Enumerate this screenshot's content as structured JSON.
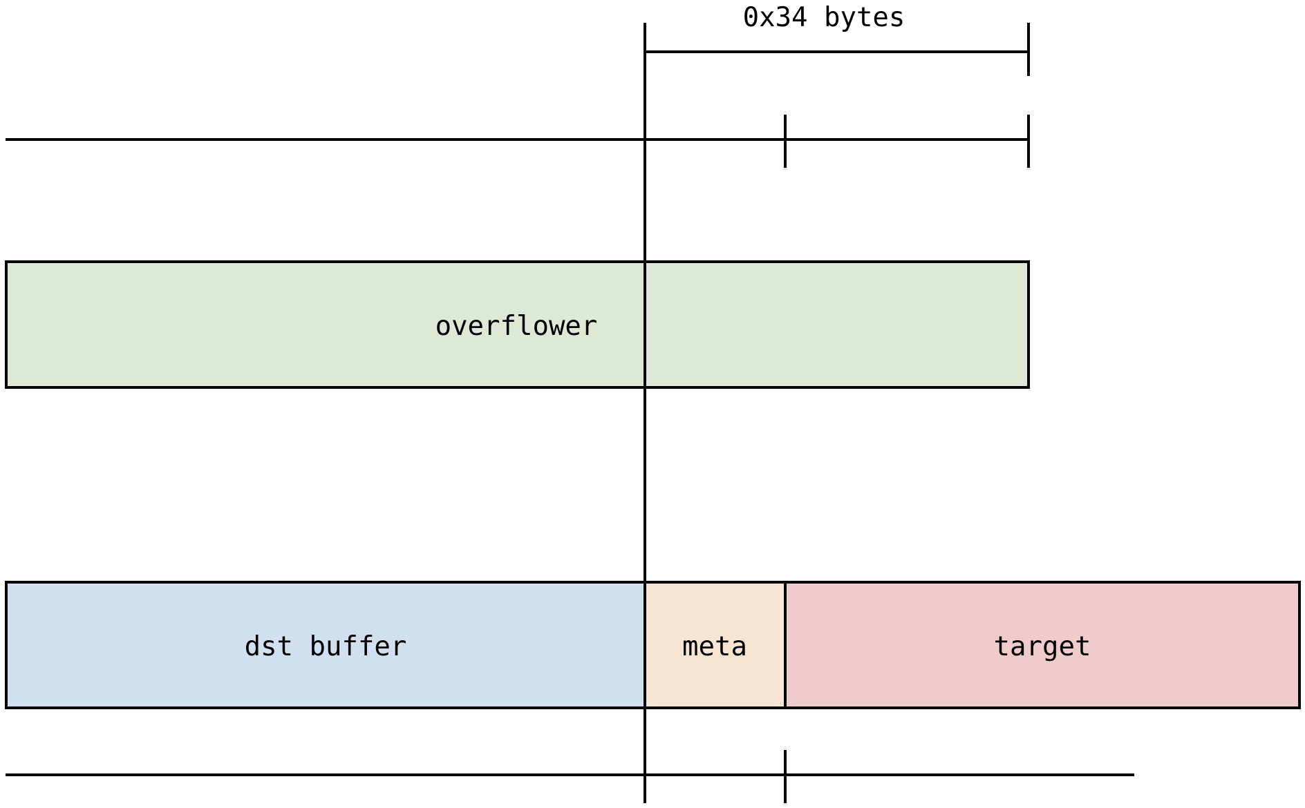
{
  "diagram": {
    "measure_label": "0x34 bytes",
    "blocks": {
      "overflower": {
        "label": "overflower",
        "color": "#dde8d5"
      },
      "dst_buffer": {
        "label": "dst buffer",
        "color": "#d1e0f0"
      },
      "meta": {
        "label": "meta",
        "color": "#f8e5d1"
      },
      "target": {
        "label": "target",
        "color": "#efcccb"
      }
    },
    "line_color": "#000000",
    "background": "#ffffff"
  }
}
